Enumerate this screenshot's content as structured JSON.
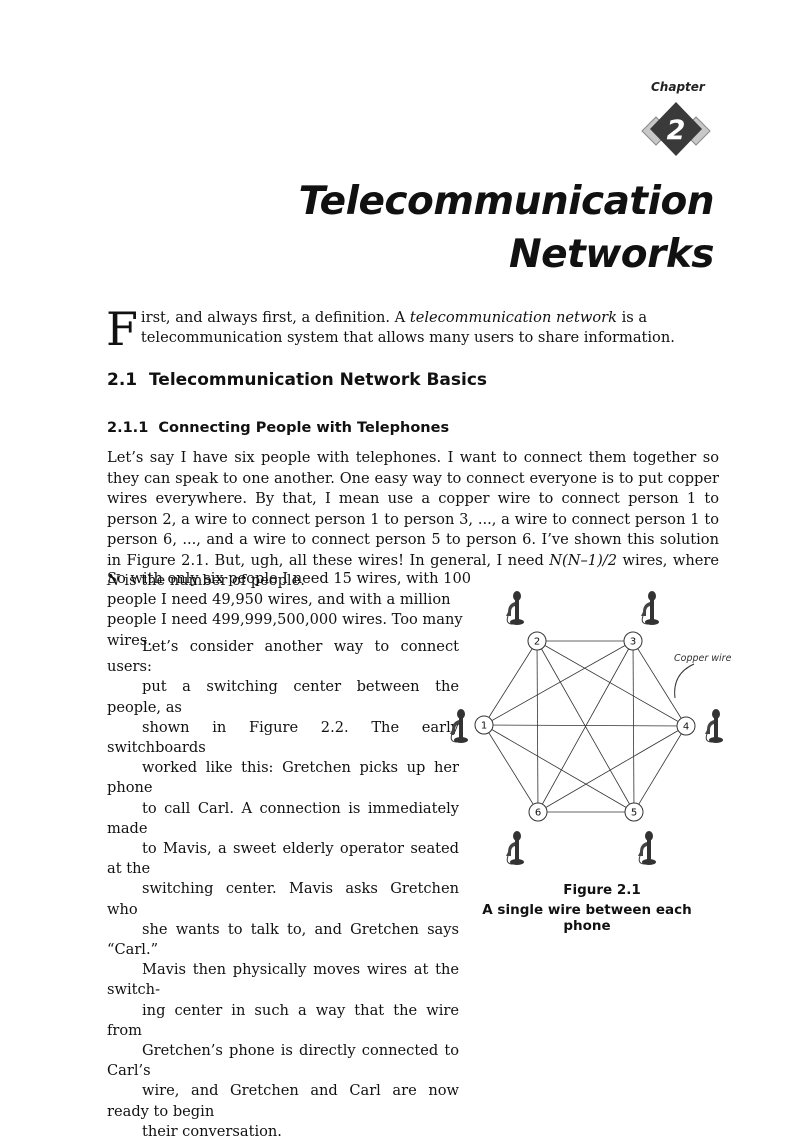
{
  "chapter": {
    "word": "Chapter",
    "number": "2"
  },
  "title": {
    "line1": "Telecommunication",
    "line2": "Networks"
  },
  "intro": {
    "dropcap": "F",
    "text_before": "irst, and always first, a definition. A ",
    "term": "telecommunication network",
    "text_after": " is a telecommunication system that allows many users to share information."
  },
  "section": {
    "heading": "2.1  Telecommunication Network Basics"
  },
  "subsection": {
    "heading": "2.1.1  Connecting People with Telephones"
  },
  "paragraph1": {
    "part1": "Let’s say I have six people with telephones. I want to connect them together so they can speak to one another. One easy way to connect everyone is to put copper wires everywhere. By that, I mean use a copper wire to connect person 1 to person 2, a wire to connect person 1 to person 3, ..., a wire to connect person 1 to person 6, ..., and a wire to connect person 5 to person 6. I’ve shown this solution in Figure 2.1. But, ugh, all these wires! In general, I need ",
    "formula": "N(N–1)/2",
    "part2": " wires, where ",
    "var_n": "N",
    "part3": " is the number of people.",
    "tail": "So with only six people I need 15 wires, with 100 people I need 49,950 wires, and with a million people I need 499,999,500,000 wires. Too many wires."
  },
  "paragraph2": {
    "lines": [
      "Let’s consider another way to connect users:",
      "put a switching center between the people, as",
      "shown in Figure 2.2. The early switchboards",
      "worked like this: Gretchen picks up her phone",
      "to call Carl. A connection is immediately made",
      "to Mavis, a sweet elderly operator seated at the",
      "switching center. Mavis asks Gretchen who",
      "she wants to talk to, and Gretchen says “Carl.”",
      "Mavis then physically moves wires at the switch-",
      "ing center in such a way that the wire from",
      "Gretchen’s phone is directly connected to Carl’s",
      "wire, and Gretchen and Carl are now ready to begin",
      "their conversation."
    ]
  },
  "figure": {
    "annotation": "Copper wire",
    "nodes": [
      "1",
      "2",
      "3",
      "4",
      "5",
      "6"
    ],
    "number": "Figure 2.1",
    "caption": "A single wire between each phone"
  },
  "colors": {
    "text": "#111111",
    "badge_dark": "#3a3a3a",
    "badge_light": "#c8c8c8"
  }
}
